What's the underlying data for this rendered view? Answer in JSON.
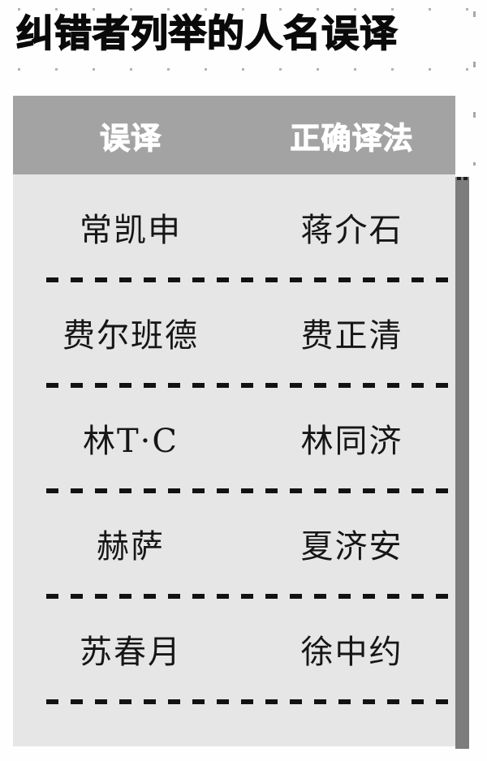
{
  "page": {
    "title": "纠错者列举的人名误译"
  },
  "table": {
    "columns": [
      {
        "key": "wrong",
        "label": "误译"
      },
      {
        "key": "correct",
        "label": "正确译法"
      }
    ],
    "rows": [
      {
        "wrong": "常凯申",
        "correct": "蒋介石"
      },
      {
        "wrong": "费尔班德",
        "correct": "费正清"
      },
      {
        "wrong": "林T·C",
        "correct": "林同济"
      },
      {
        "wrong": "赫萨",
        "correct": "夏济安"
      },
      {
        "wrong": "苏春月",
        "correct": "徐中约"
      }
    ]
  },
  "colors": {
    "header_background": "#a3a3a3",
    "header_text": "#ffffff",
    "body_background": "#e6e6e6",
    "body_text": "#161616",
    "shadow": "#7d7d7d",
    "title_text": "#0a0a0a",
    "page_background": "#fefefe"
  }
}
